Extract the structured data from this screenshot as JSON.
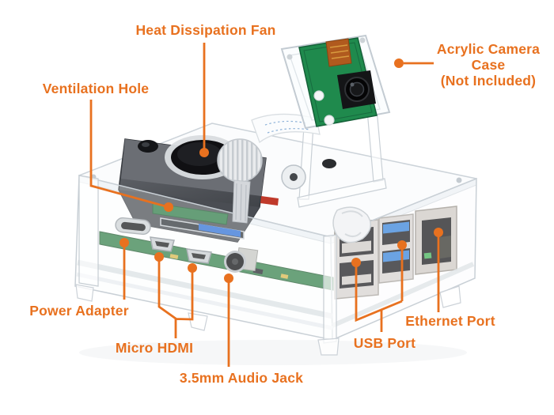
{
  "colors": {
    "accent_orange": "#e8711f",
    "pcb_green": "#1f8a4d",
    "usb3_blue": "#2e7fd8",
    "fan_dark": "#45484e",
    "acrylic_edge": "#c9d0d6"
  },
  "annotations": {
    "heat_fan": "Heat Dissipation Fan",
    "ventilation": "Ventilation Hole",
    "camera_case": {
      "lines": [
        "Acrylic Camera",
        "Case",
        "(Not Included)"
      ]
    },
    "power": "Power Adapter",
    "micro_hdmi": "Micro HDMI",
    "audio_jack": "3.5mm Audio Jack",
    "usb": "USB Port",
    "ethernet": "Ethernet Port"
  }
}
